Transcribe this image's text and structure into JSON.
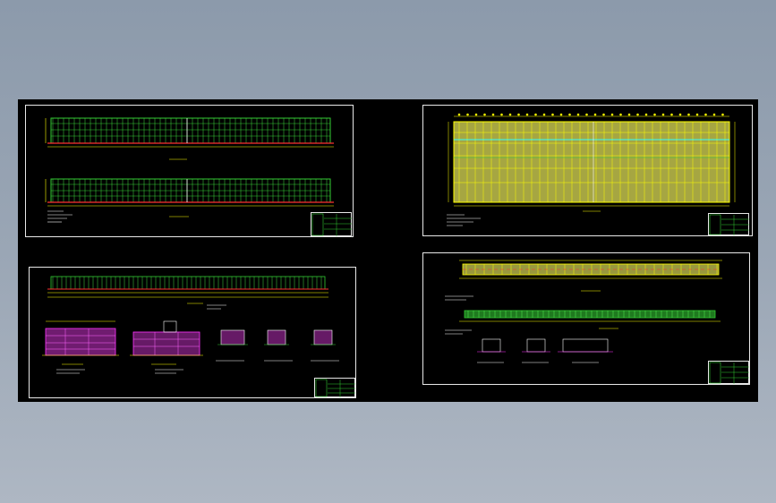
{
  "viewer": {
    "background_top": "#8c9aab",
    "background_bottom": "#aeb7c3",
    "model_space_color": "#000000"
  },
  "sheets": [
    {
      "id": "sheet-1",
      "content": "two-elevation-drawings"
    },
    {
      "id": "sheet-2",
      "content": "floor-plan-drawing"
    },
    {
      "id": "sheet-3",
      "content": "elevation-and-section-details"
    },
    {
      "id": "sheet-4",
      "content": "plan-and-detail-drawings"
    }
  ],
  "colors": {
    "frame": "#e8e8e8",
    "green": "#33cc33",
    "yellow": "#ffff00",
    "red": "#ff3030",
    "magenta": "#ff33ff",
    "cyan": "#33ffff",
    "white": "#ffffff"
  }
}
